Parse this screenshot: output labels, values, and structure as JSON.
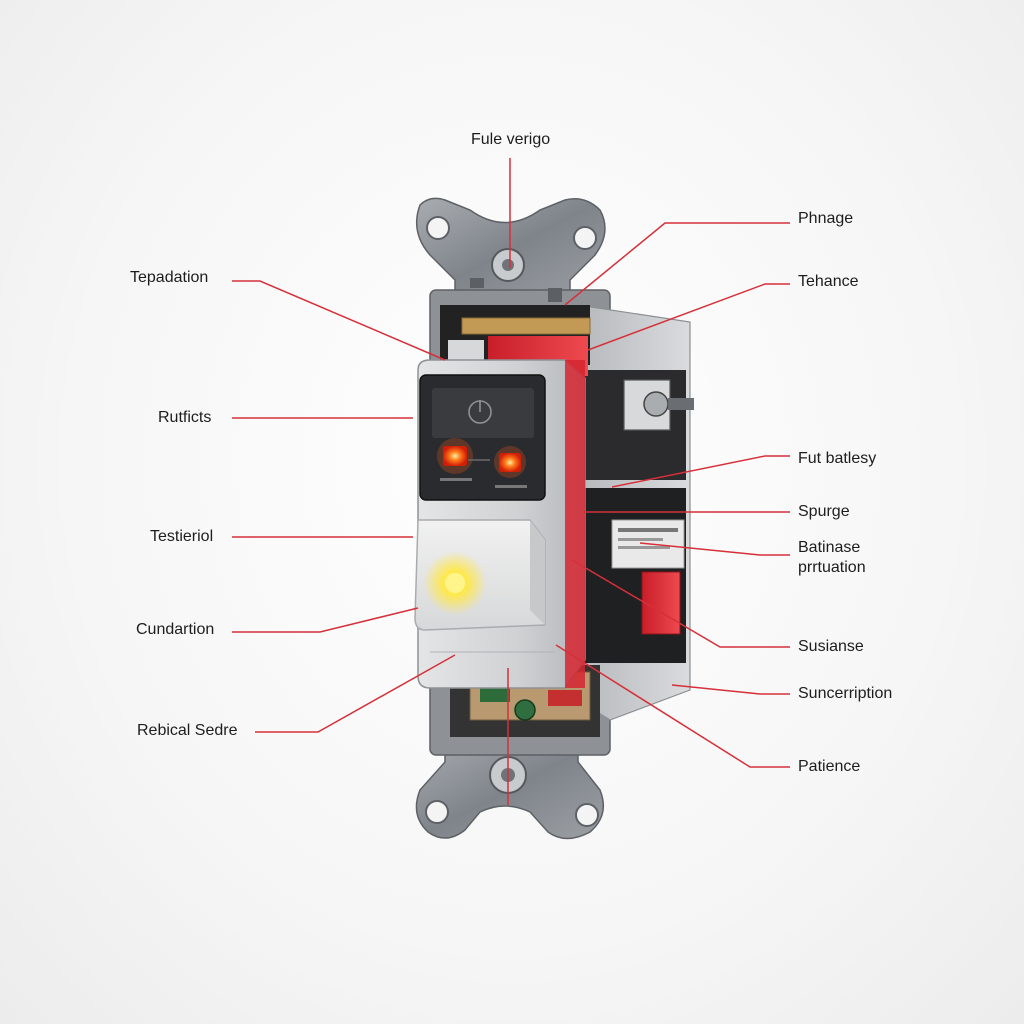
{
  "diagram": {
    "colors": {
      "leader": "#d6303a",
      "background": "#f7f7f7",
      "frame": "#8c9096",
      "housing": "#c9cbcd",
      "led": "#ff4a12",
      "indicator": "#f4f0c8"
    },
    "labels": [
      {
        "id": "top",
        "text": "Fule verigo"
      },
      {
        "id": "l1",
        "text": "Tepadation"
      },
      {
        "id": "l2",
        "text": "Rutficts"
      },
      {
        "id": "l3",
        "text": "Testieriol"
      },
      {
        "id": "l4",
        "text": "Cundartion"
      },
      {
        "id": "l5",
        "text": "Rebical Sedre"
      },
      {
        "id": "r1",
        "text": "Phnage"
      },
      {
        "id": "r2",
        "text": "Tehance"
      },
      {
        "id": "r3",
        "text": "Fut batlesy"
      },
      {
        "id": "r4",
        "text": "Spurge"
      },
      {
        "id": "r5a",
        "text": "Batinase"
      },
      {
        "id": "r5b",
        "text": "prrtuation"
      },
      {
        "id": "r6",
        "text": "Susianse"
      },
      {
        "id": "r7",
        "text": "Suncerription"
      },
      {
        "id": "r8",
        "text": "Patience"
      }
    ],
    "icons": {
      "button_symbol": "power-icon",
      "left_led": "led-icon",
      "right_led": "led-icon",
      "indicator_light": "indicator-light-icon",
      "mounting_screw": "screw-icon"
    }
  }
}
